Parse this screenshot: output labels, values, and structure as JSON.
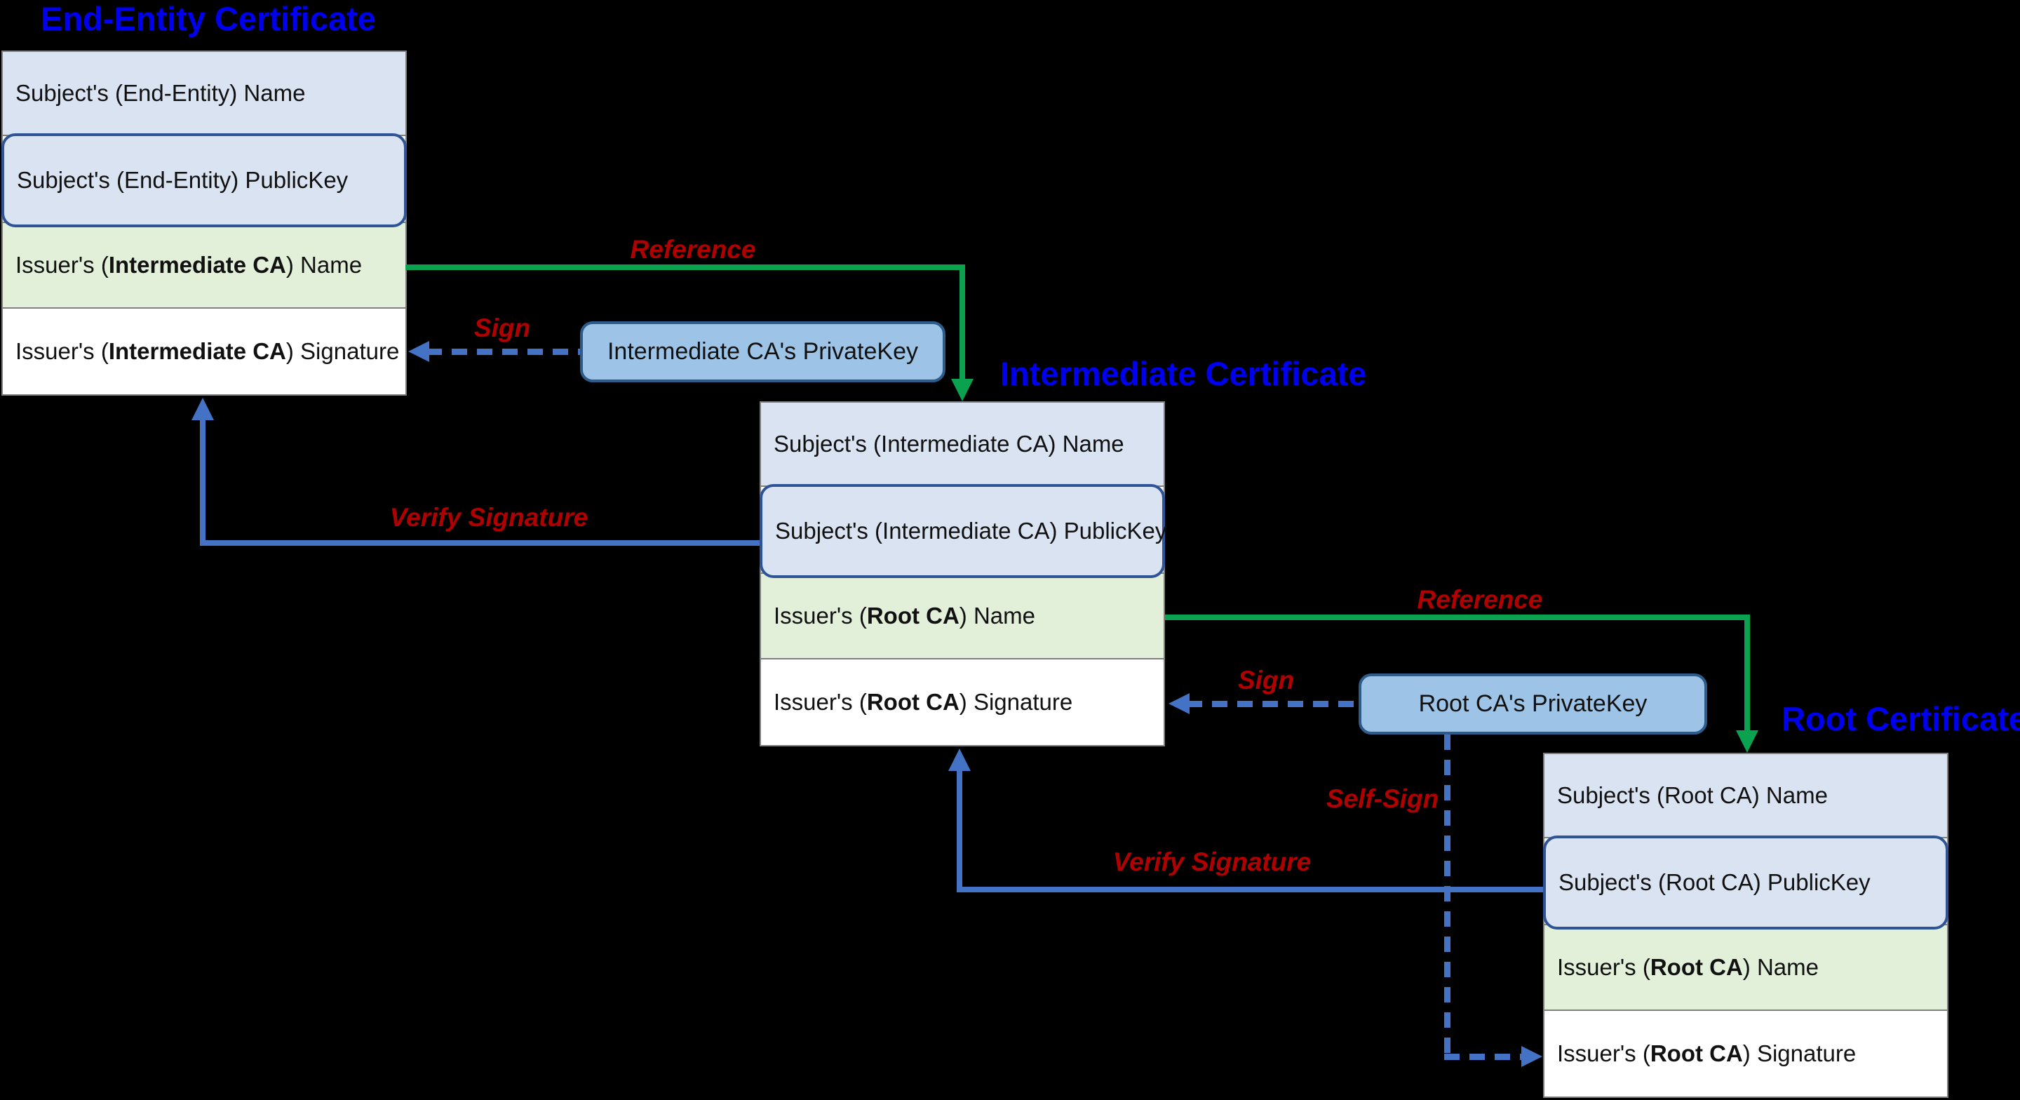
{
  "colors": {
    "background": "#000000",
    "title_blue": "#0000f0",
    "label_red": "#b00000",
    "arrow_green": "#0aa24e",
    "arrow_blue": "#4472c4",
    "row_light_blue": "#dae3f1",
    "row_light_green": "#e2efd9",
    "row_white": "#ffffff",
    "publickey_border": "#2f5496",
    "privatekey_fill": "#9dc3e6",
    "privatekey_border": "#2e5c8a",
    "cert_border_gray": "#7f7f7f"
  },
  "certificates": [
    {
      "title": "End-Entity Certificate",
      "rows": [
        {
          "pre": "Subject's (End-Entity) Name",
          "bold": "",
          "post": ""
        },
        {
          "pre": "Subject's (End-Entity) PublicKey",
          "bold": "",
          "post": ""
        },
        {
          "pre": "Issuer's (",
          "bold": "Intermediate CA",
          "post": ") Name"
        },
        {
          "pre": "Issuer's (",
          "bold": "Intermediate CA",
          "post": ") Signature"
        }
      ]
    },
    {
      "title": "Intermediate Certificate",
      "rows": [
        {
          "pre": "Subject's (Intermediate CA) Name",
          "bold": "",
          "post": ""
        },
        {
          "pre": "Subject's (Intermediate CA) PublicKey",
          "bold": "",
          "post": ""
        },
        {
          "pre": "Issuer's (",
          "bold": "Root CA",
          "post": ") Name"
        },
        {
          "pre": "Issuer's (",
          "bold": "Root CA",
          "post": ") Signature"
        }
      ]
    },
    {
      "title": "Root Certificate",
      "rows": [
        {
          "pre": "Subject's (Root CA) Name",
          "bold": "",
          "post": ""
        },
        {
          "pre": "Subject's (Root CA) PublicKey",
          "bold": "",
          "post": ""
        },
        {
          "pre": "Issuer's (",
          "bold": "Root CA",
          "post": ") Name"
        },
        {
          "pre": "Issuer's (",
          "bold": "Root CA",
          "post": ") Signature"
        }
      ]
    }
  ],
  "private_keys": [
    {
      "label": "Intermediate CA's PrivateKey"
    },
    {
      "label": "Root CA's PrivateKey"
    }
  ],
  "arrows": [
    {
      "name": "reference-1",
      "label": "Reference"
    },
    {
      "name": "sign-1",
      "label": "Sign"
    },
    {
      "name": "verify-signature-1",
      "label": "Verify Signature"
    },
    {
      "name": "reference-2",
      "label": "Reference"
    },
    {
      "name": "sign-2",
      "label": "Sign"
    },
    {
      "name": "verify-signature-2",
      "label": "Verify Signature"
    },
    {
      "name": "self-sign",
      "label": "Self-Sign"
    }
  ]
}
